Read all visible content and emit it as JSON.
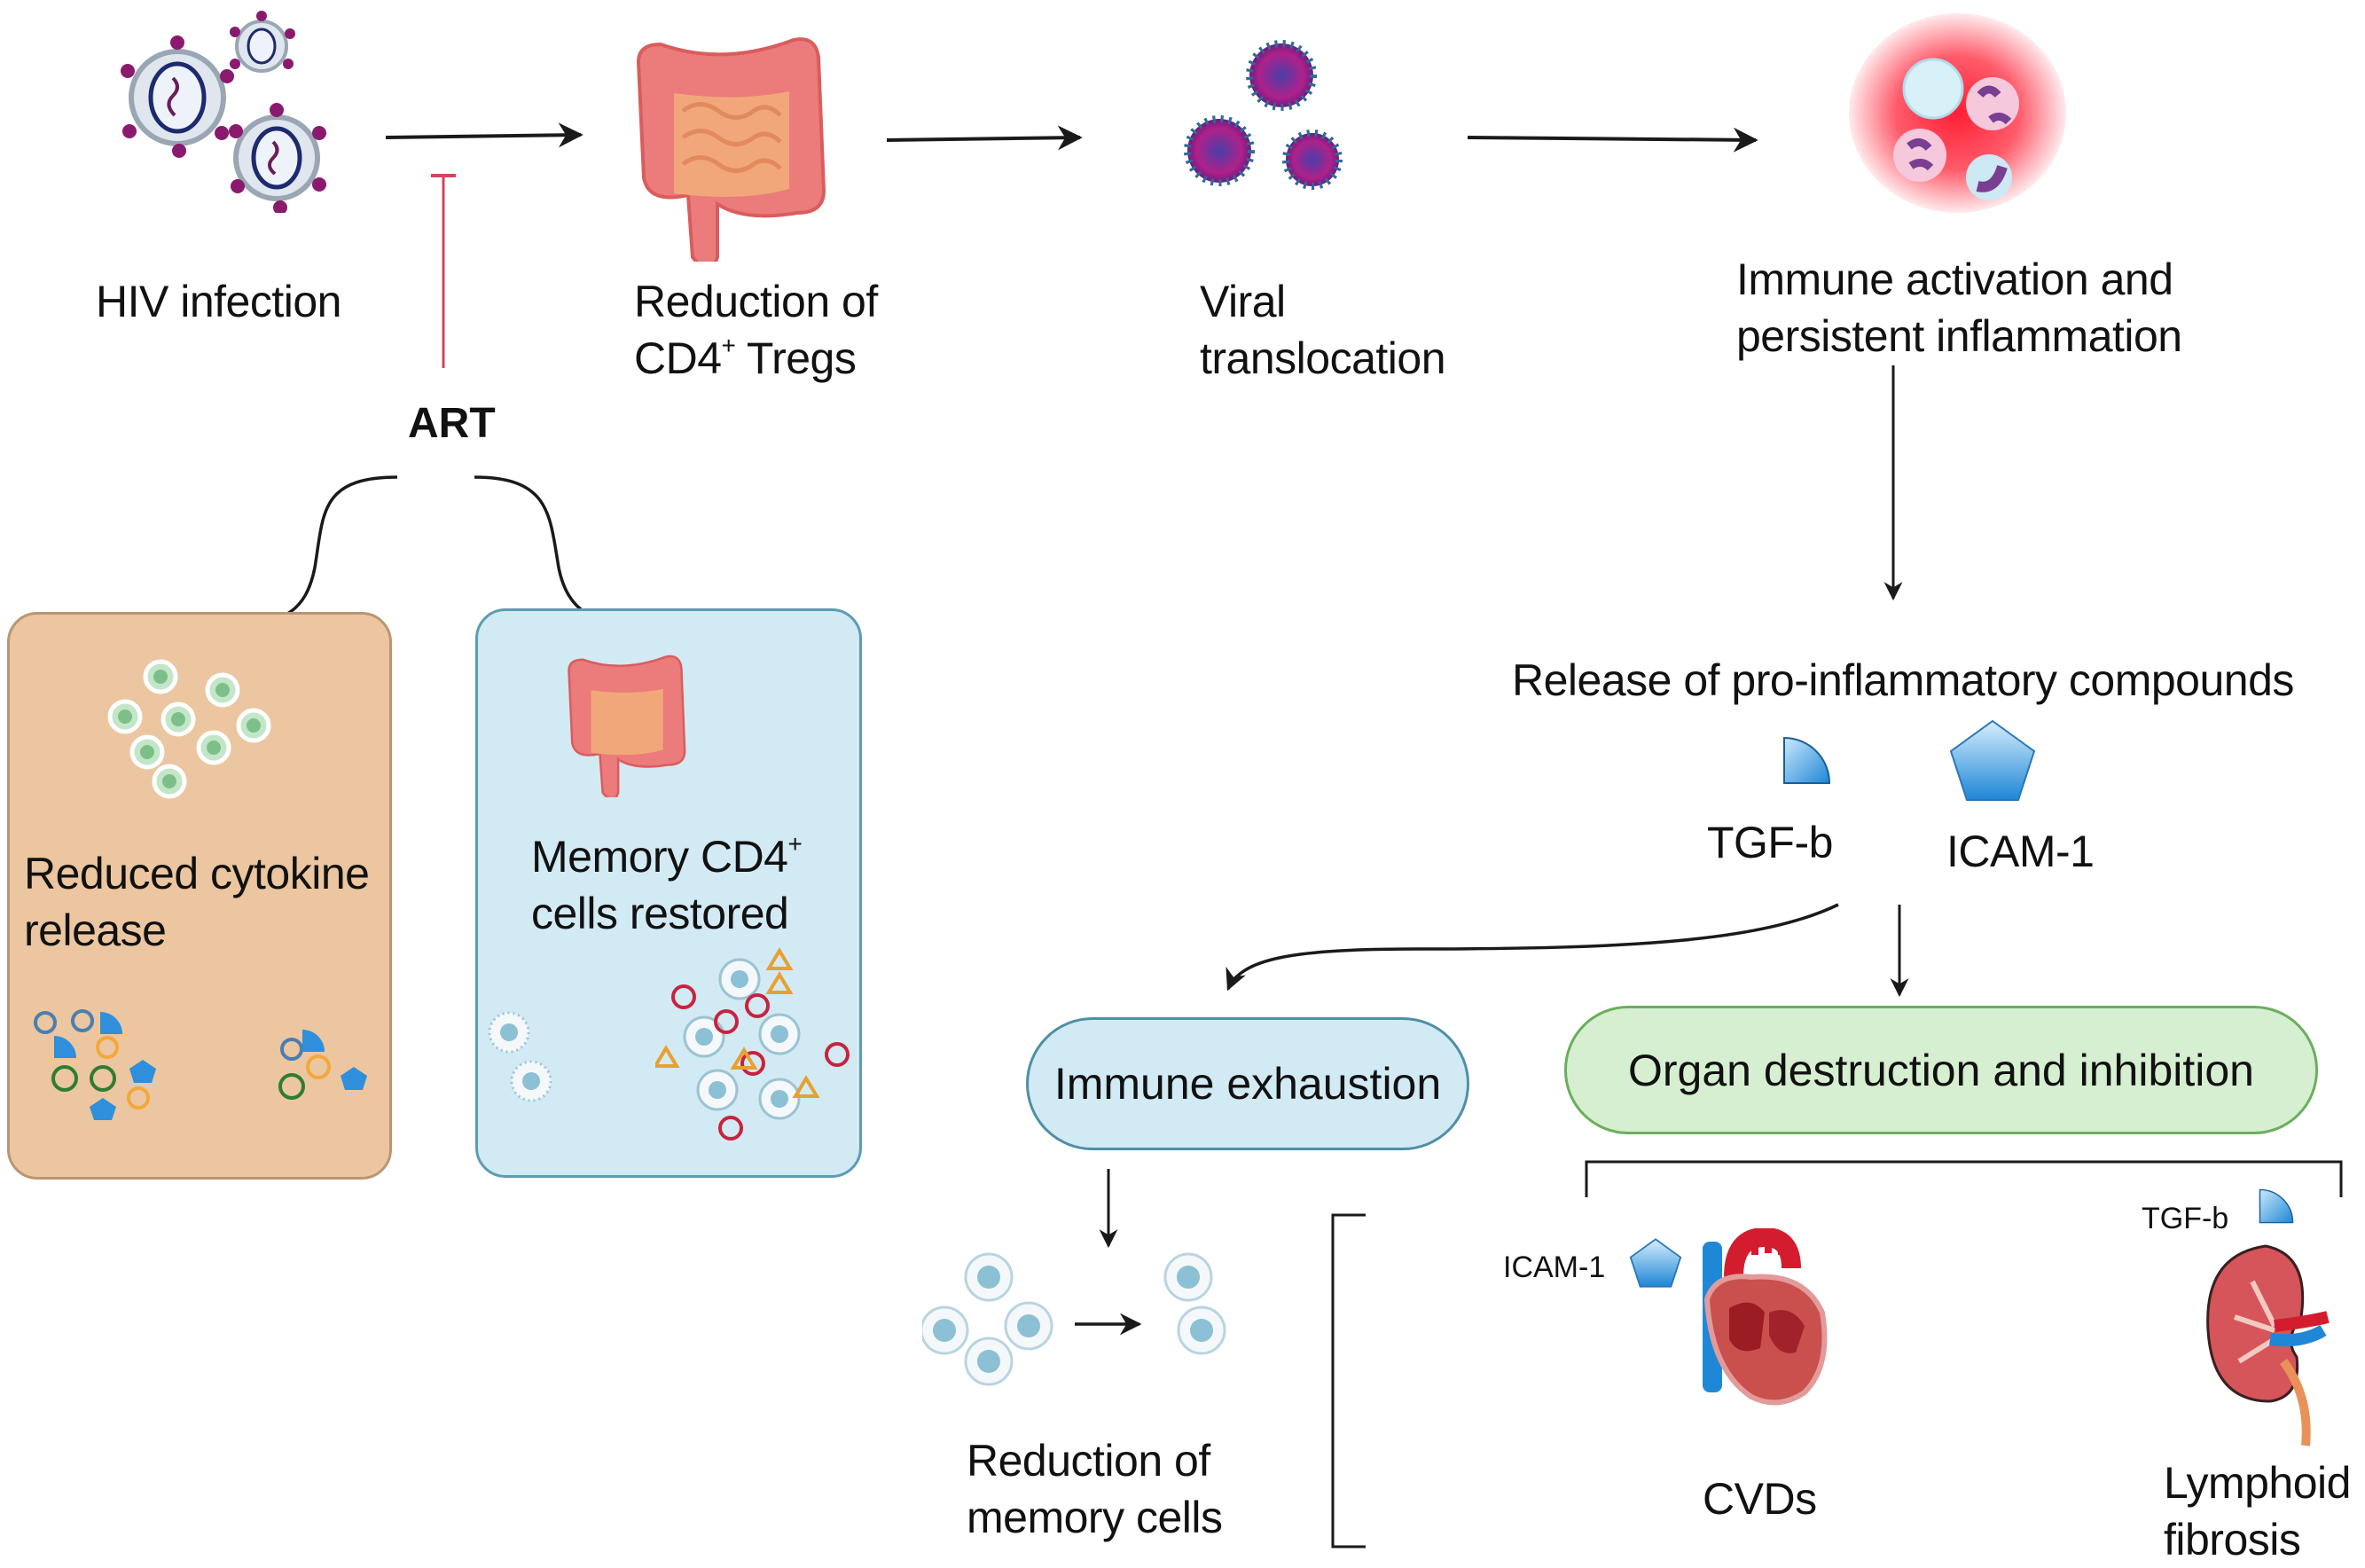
{
  "diagram": {
    "title_nodes": {
      "hiv_infection": "HIV infection",
      "reduction_tregs_line1": "Reduction of",
      "reduction_tregs_line2_prefix": "CD4",
      "reduction_tregs_sup": "+",
      "reduction_tregs_line2_suffix": " Tregs",
      "viral_translocation_line1": "Viral",
      "viral_translocation_line2": "translocation",
      "immune_activation_line1": "Immune activation and",
      "immune_activation_line2": "persistent inflammation"
    },
    "therapy": {
      "label": "ART",
      "effect_left_line1": "Reduced cytokine",
      "effect_left_line2": "release",
      "effect_right_line1_prefix": "Memory CD4",
      "effect_right_sup": "+",
      "effect_right_line2": "cells restored"
    },
    "compounds": {
      "heading": "Release of pro-inflammatory compounds",
      "items": [
        {
          "label": "TGF-b",
          "icon": "quarter-circle-icon",
          "color": "#3a9be0"
        },
        {
          "label": "ICAM-1",
          "icon": "pentagon-icon",
          "color": "#3a9be0"
        }
      ]
    },
    "outcomes": {
      "immune_exhaustion": "Immune exhaustion",
      "organ_destruction": "Organ destruction and inhibition",
      "reduction_memory_line1": "Reduction of",
      "reduction_memory_line2": "memory cells",
      "cvds": "CVDs",
      "cvds_marker": "ICAM-1",
      "lymphoid_line1": "Lymphoid",
      "lymphoid_line2": "fibrosis",
      "lymphoid_marker": "TGF-b"
    },
    "colors": {
      "inhibition_line": "#d6445c",
      "tan_box": "#ebc6a0",
      "blue_box": "#d2eaf3",
      "green_pill": "#d5efd0",
      "virus_spike": "#8a1a6e",
      "inflammation_glow": "#ff3040"
    }
  }
}
